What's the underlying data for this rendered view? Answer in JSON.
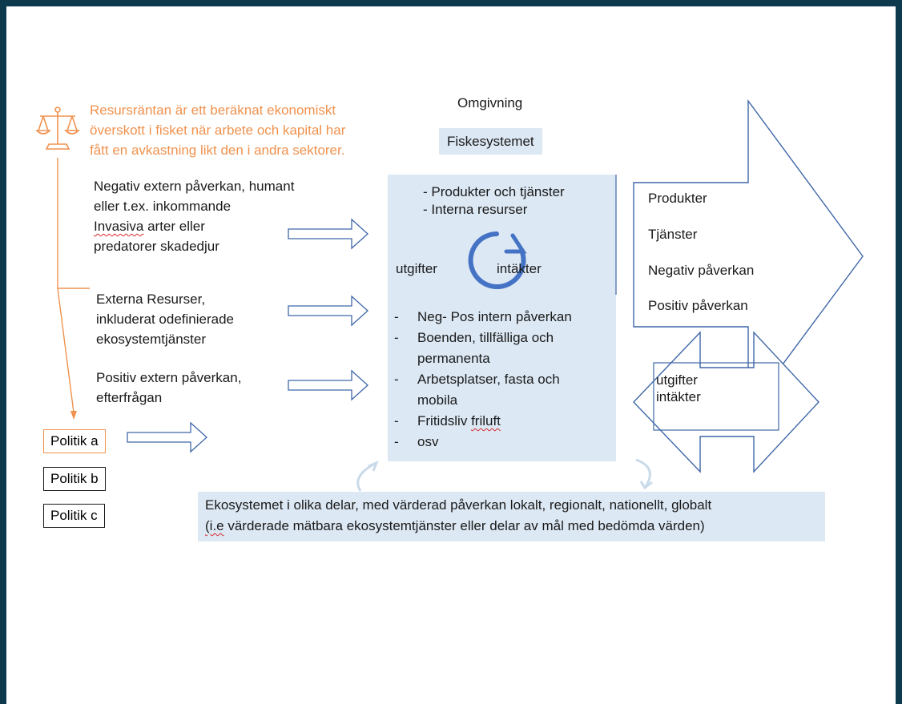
{
  "balance_note": {
    "line1": "Resursräntan är ett beräknat ekonomiskt",
    "line2": "överskott i fisket när arbete och kapital har",
    "line3": "fått en avkastning likt den i andra sektorer."
  },
  "headers": {
    "omgivning": "Omgivning",
    "fiskesystemet": "Fiskesystemet"
  },
  "inputs": {
    "negativ": {
      "line1": "Negativ extern påverkan, humant",
      "line2": "eller t.ex. inkommande",
      "line3a": "Invasiva",
      "line3b": " arter eller",
      "line4": "predatorer skadedjur"
    },
    "externa": {
      "line1": "Externa Resurser,",
      "line2": "inkluderat odefinierade",
      "line3": "ekosystemtjänster"
    },
    "positiv": {
      "line1": "Positiv extern påverkan,",
      "line2": "efterfrågan"
    }
  },
  "center": {
    "item1": "- Produkter och tjänster",
    "item2": "- Interna resurser",
    "utgifter": "utgifter",
    "intakter": "intäkter",
    "list": [
      {
        "dash": "-",
        "text": "Neg- Pos intern påverkan"
      },
      {
        "dash": "-",
        "text": "Boenden, tillfälliga och"
      },
      {
        "dash": "",
        "text": "permanenta"
      },
      {
        "dash": "-",
        "text": "Arbetsplatser, fasta och"
      },
      {
        "dash": "",
        "text": "mobila"
      },
      {
        "dash": "-",
        "text_a": "Fritidsliv ",
        "text_b": "friluft"
      },
      {
        "dash": "-",
        "text": "osv"
      }
    ]
  },
  "outputs": {
    "items": [
      "Produkter",
      "Tjänster",
      "Negativ påverkan",
      "Positiv påverkan"
    ],
    "exchange_line1": "utgifter",
    "exchange_line2": "intäkter"
  },
  "politik": [
    "Politik a",
    "Politik b",
    "Politik c"
  ],
  "ecosystem": {
    "line1": "Ekosystemet i olika delar, med värderad påverkan lokalt, regionalt, nationellt, globalt",
    "line2a": "(i.e",
    "line2b": " värderade mätbara ekosystemtjänster eller delar av mål med bedömda värden)"
  },
  "colors": {
    "frame": "#0e3a4e",
    "accent_orange": "#f0924e",
    "arrow_blue": "#3f67a8",
    "cycle_blue": "#4472c4",
    "panel_fill": "#dce8f4",
    "light_arrow": "#c9daea"
  },
  "icons": [
    "balance-scale-icon",
    "cycle-arrow-icon"
  ]
}
